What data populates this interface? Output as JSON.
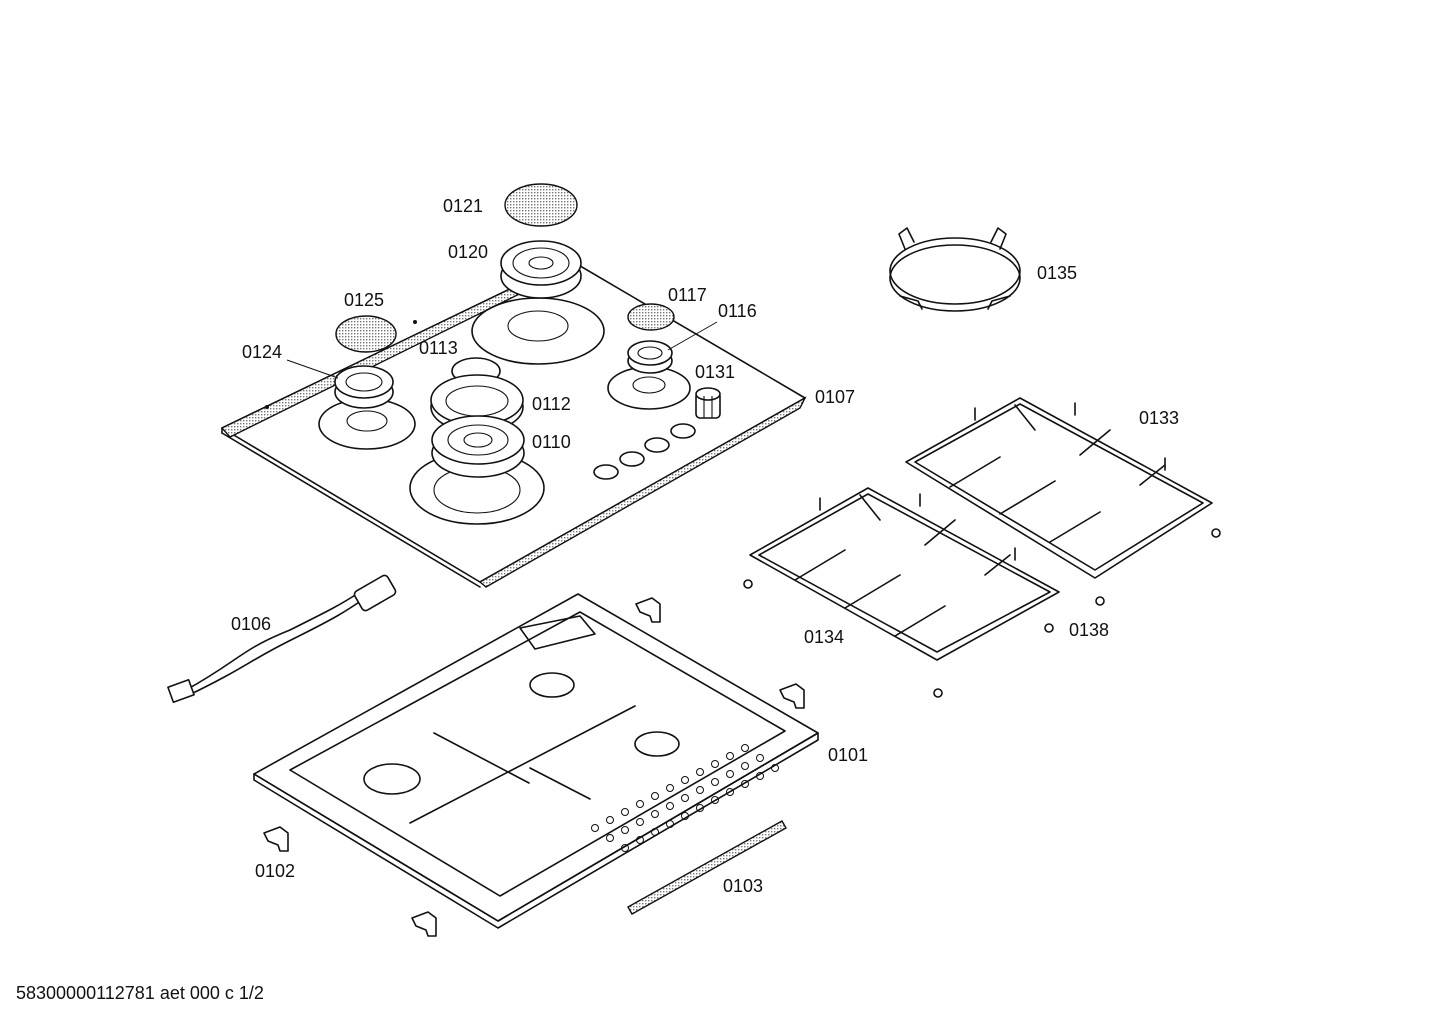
{
  "diagram": {
    "labels": {
      "p0101": "0101",
      "p0102": "0102",
      "p0103": "0103",
      "p0106": "0106",
      "p0107": "0107",
      "p0110": "0110",
      "p0112": "0112",
      "p0113": "0113",
      "p0116": "0116",
      "p0117": "0117",
      "p0120": "0120",
      "p0121": "0121",
      "p0124": "0124",
      "p0125": "0125",
      "p0131": "0131",
      "p0133": "0133",
      "p0134": "0134",
      "p0135": "0135",
      "p0138": "0138"
    },
    "footer": "58300000112781 aet 000 c 1/2"
  }
}
